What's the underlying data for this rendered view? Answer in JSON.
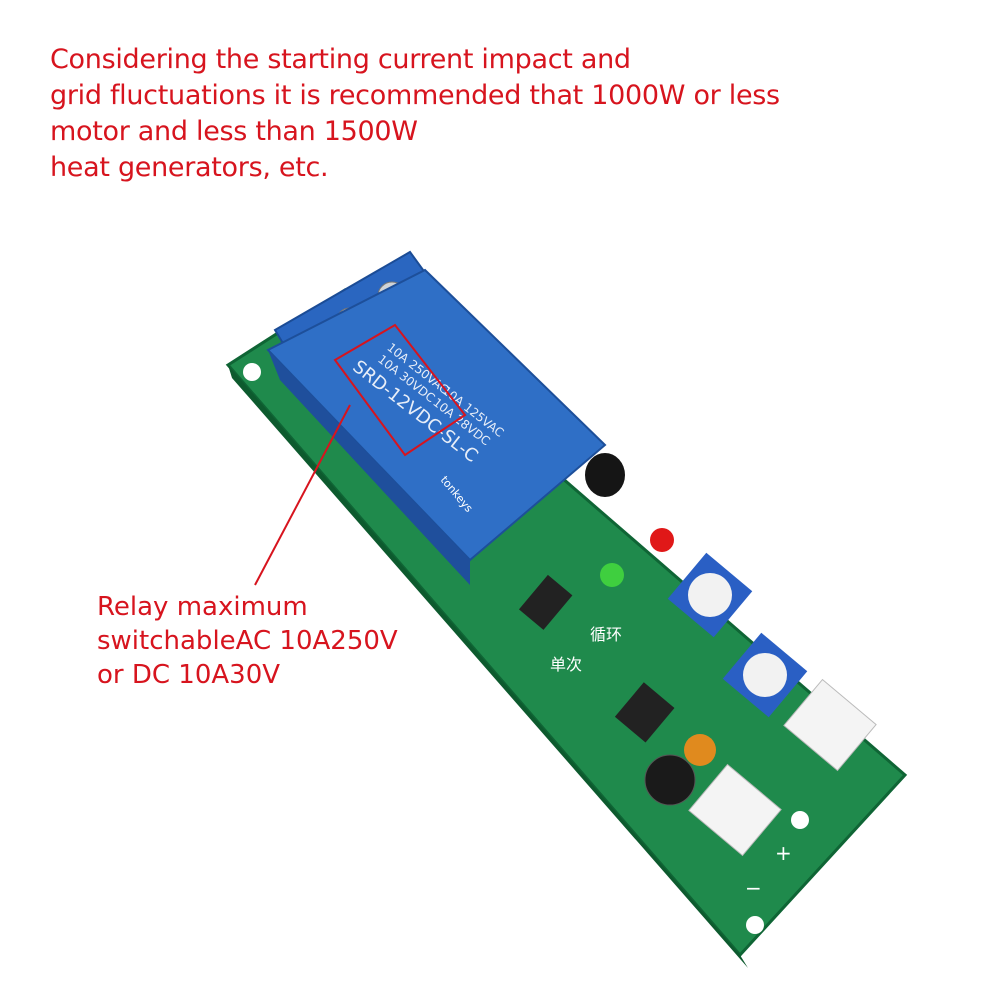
{
  "top_caption": {
    "lines": [
      "Considering the starting current impact and",
      "grid fluctuations it is recommended that 1000W or less",
      "motor and less than 1500W",
      "heat generators, etc."
    ]
  },
  "relay_caption": {
    "lines": [
      "Relay maximum",
      "switchableAC 10A250V",
      "or DC 10A30V"
    ]
  },
  "product": {
    "relay_markings": [
      "10A 250VAC",
      "10A 30VDC",
      "SRD-12VDC-SL-C",
      "10A 125VAC",
      "10A 28VDC"
    ],
    "board_labels": [
      "单次",
      "循环",
      "tonkeys",
      "+",
      "−"
    ]
  },
  "colors": {
    "caption": "#d7141e",
    "board": "#1f8a4c",
    "relay": "#2f6fc6",
    "terminal": "#2a66c0"
  }
}
